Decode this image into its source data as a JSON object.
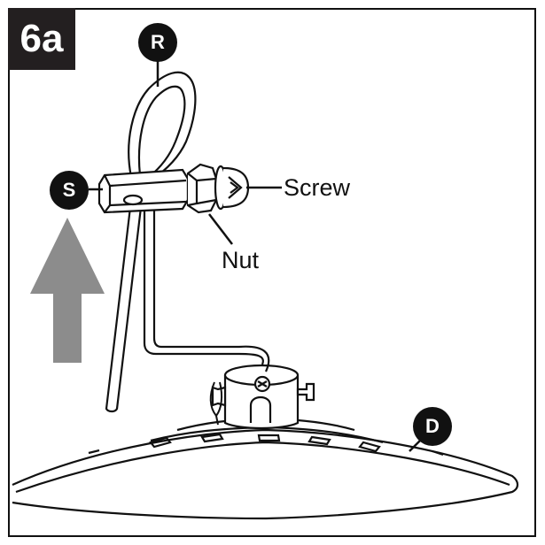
{
  "step_label": "6a",
  "callouts": {
    "r": "R",
    "s": "S",
    "d": "D"
  },
  "labels": {
    "screw": "Screw",
    "nut": "Nut"
  },
  "colors": {
    "line": "#111111",
    "badge_bg": "#231f20",
    "arrow": "#8c8c8c",
    "background": "#ffffff"
  },
  "icons": {
    "direction_arrow": "up-arrow-icon"
  }
}
